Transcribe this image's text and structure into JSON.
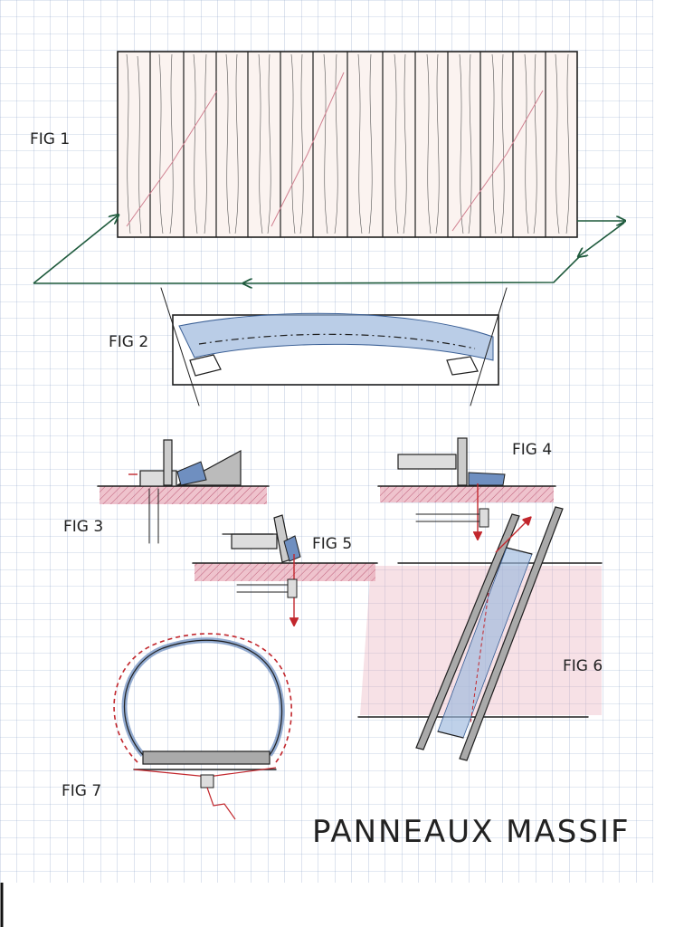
{
  "title": "PANNEAUX MASSIF",
  "figures": [
    {
      "id": "fig1",
      "label": "FIG 1"
    },
    {
      "id": "fig2",
      "label": "FIG 2"
    },
    {
      "id": "fig3",
      "label": "FIG 3"
    },
    {
      "id": "fig4",
      "label": "FIG 4"
    },
    {
      "id": "fig5",
      "label": "FIG 5"
    },
    {
      "id": "fig6",
      "label": "FIG 6"
    },
    {
      "id": "fig7",
      "label": "FIG 7"
    }
  ],
  "colors": {
    "grid": "#8fa7c9",
    "ink": "#1f1f1f",
    "green_arrow": "#1e5a3c",
    "red": "#c2272d",
    "blue_wash": "#9db8dd",
    "pink_wash": "#e8a9b8"
  }
}
